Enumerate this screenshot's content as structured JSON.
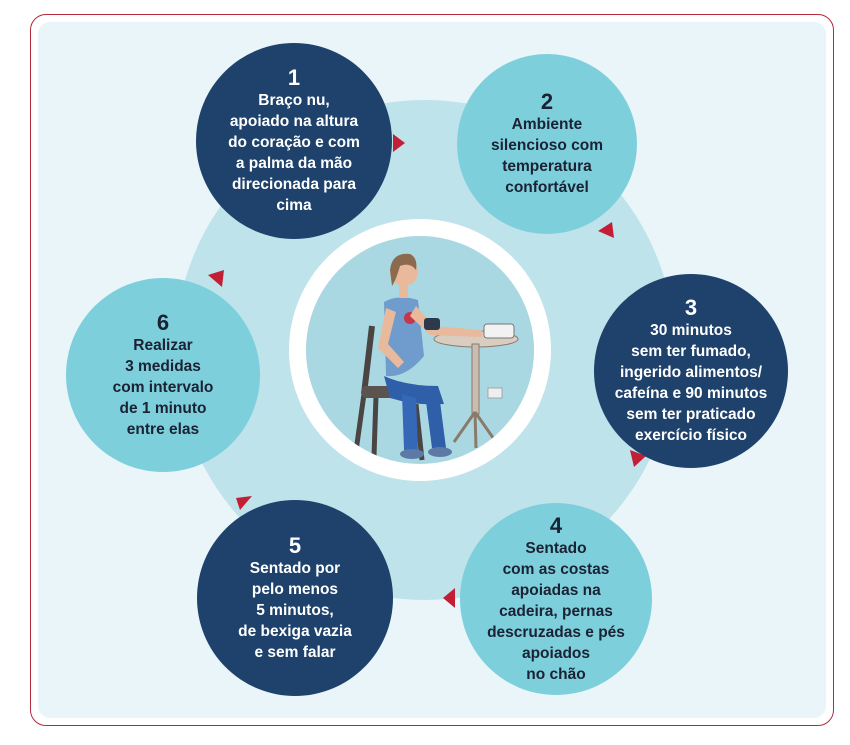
{
  "steps": [
    {
      "number": "1",
      "text": "Braço nu,\napoiado na altura\ndo coração e com\na palma da mão\ndirecionada para\ncima"
    },
    {
      "number": "2",
      "text": "Ambiente\nsilencioso com\ntemperatura\nconfortável"
    },
    {
      "number": "3",
      "text": "30 minutos\nsem ter fumado,\ningerido alimentos/\ncafeína e 90 minutos\nsem ter praticado\nexercício físico"
    },
    {
      "number": "4",
      "text": "Sentado\ncom as costas\napoiadas na\ncadeira, pernas\ndescruzadas e pés\napoiados\nno chão"
    },
    {
      "number": "5",
      "text": "Sentado por\npelo menos\n5 minutos,\nde bexiga vazia\ne sem falar"
    },
    {
      "number": "6",
      "text": "Realizar\n3 medidas\ncom intervalo\nde 1 minuto\nentre elas"
    }
  ],
  "colors": {
    "dark_bubble": "#1e426b",
    "light_bubble": "#7ecfdc",
    "ring": "#bfe3ea",
    "arrow": "#c21f36",
    "frame": "#b3283c"
  },
  "icons": [
    "seated-woman-bp-measurement-illustration",
    "arrow-triangle-icon"
  ]
}
